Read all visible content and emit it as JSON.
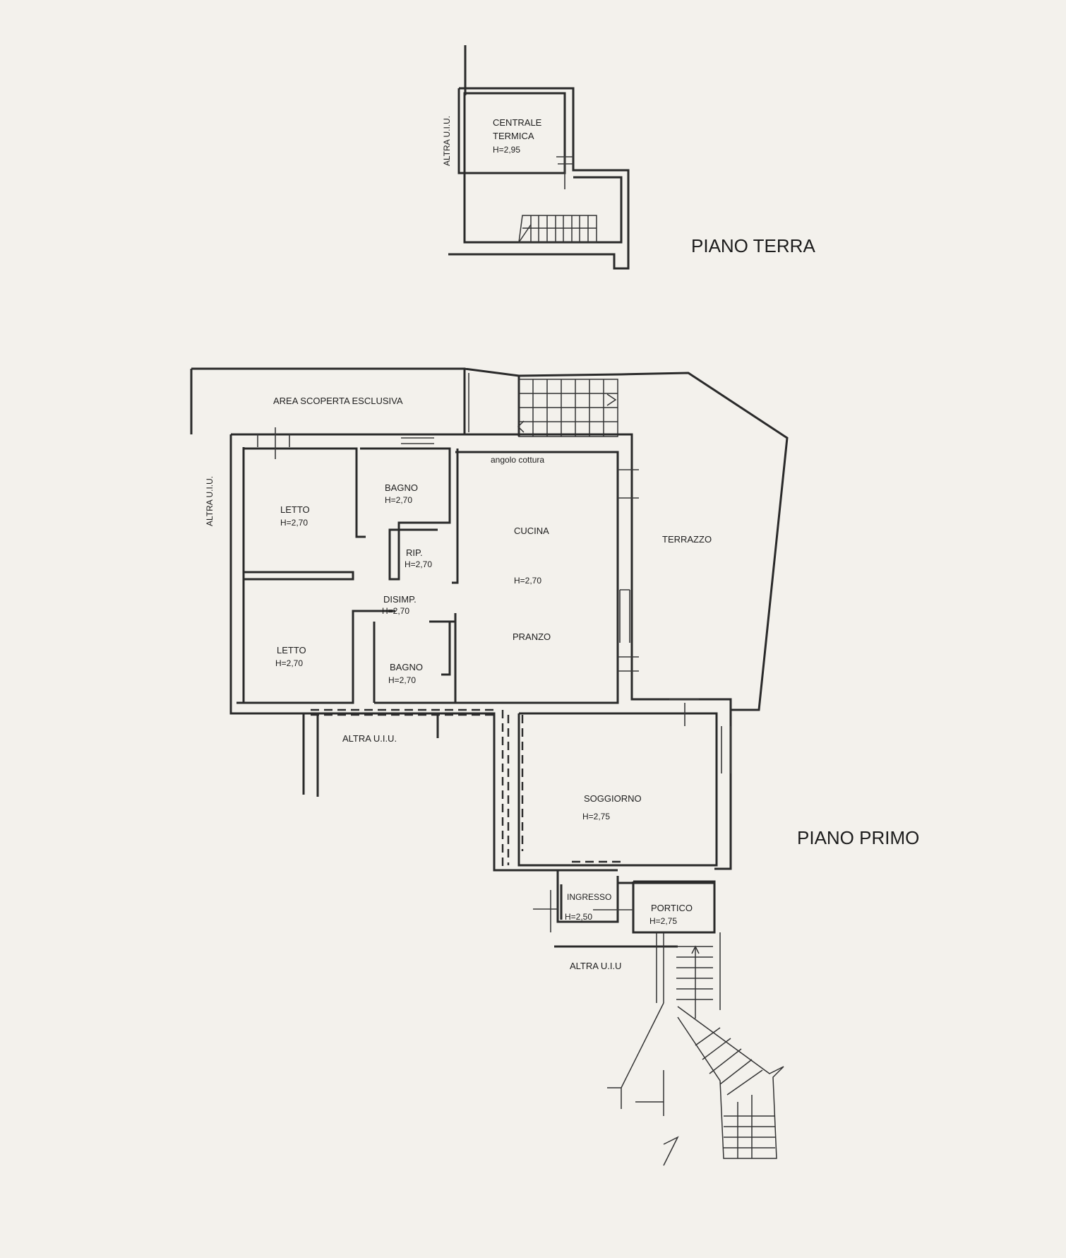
{
  "floors": {
    "ground": {
      "title": "PIANO TERRA",
      "altra_uiu": "ALTRA U.I.U.",
      "centrale_line1": "CENTRALE",
      "centrale_line2": "TERMICA",
      "centrale_height": "H=2,95"
    },
    "first": {
      "title": "PIANO PRIMO",
      "area_scoperta": "AREA SCOPERTA ESCLUSIVA",
      "altra_uiu_left": "ALTRA U.I.U.",
      "altra_uiu_mid": "ALTRA U.I.U.",
      "altra_uiu_bottom": "ALTRA U.I.U",
      "angolo_cottura": "angolo cottura",
      "letto1": "LETTO",
      "letto1_h": "H=2,70",
      "bagno1": "BAGNO",
      "bagno1_h": "H=2,70",
      "rip": "RIP.",
      "rip_h": "H=2,70",
      "disimp": "DISIMP.",
      "disimp_h": "H=2,70",
      "letto2": "LETTO",
      "letto2_h": "H=2,70",
      "bagno2": "BAGNO",
      "bagno2_h": "H=2,70",
      "cucina": "CUCINA",
      "cucina_h": "H=2,70",
      "pranzo": "PRANZO",
      "terrazzo": "TERRAZZO",
      "soggiorno": "SOGGIORNO",
      "soggiorno_h": "H=2,75",
      "ingresso": "INGRESSO",
      "ingresso_h": "H=2,50",
      "portico": "PORTICO",
      "portico_h": "H=2,75"
    }
  }
}
